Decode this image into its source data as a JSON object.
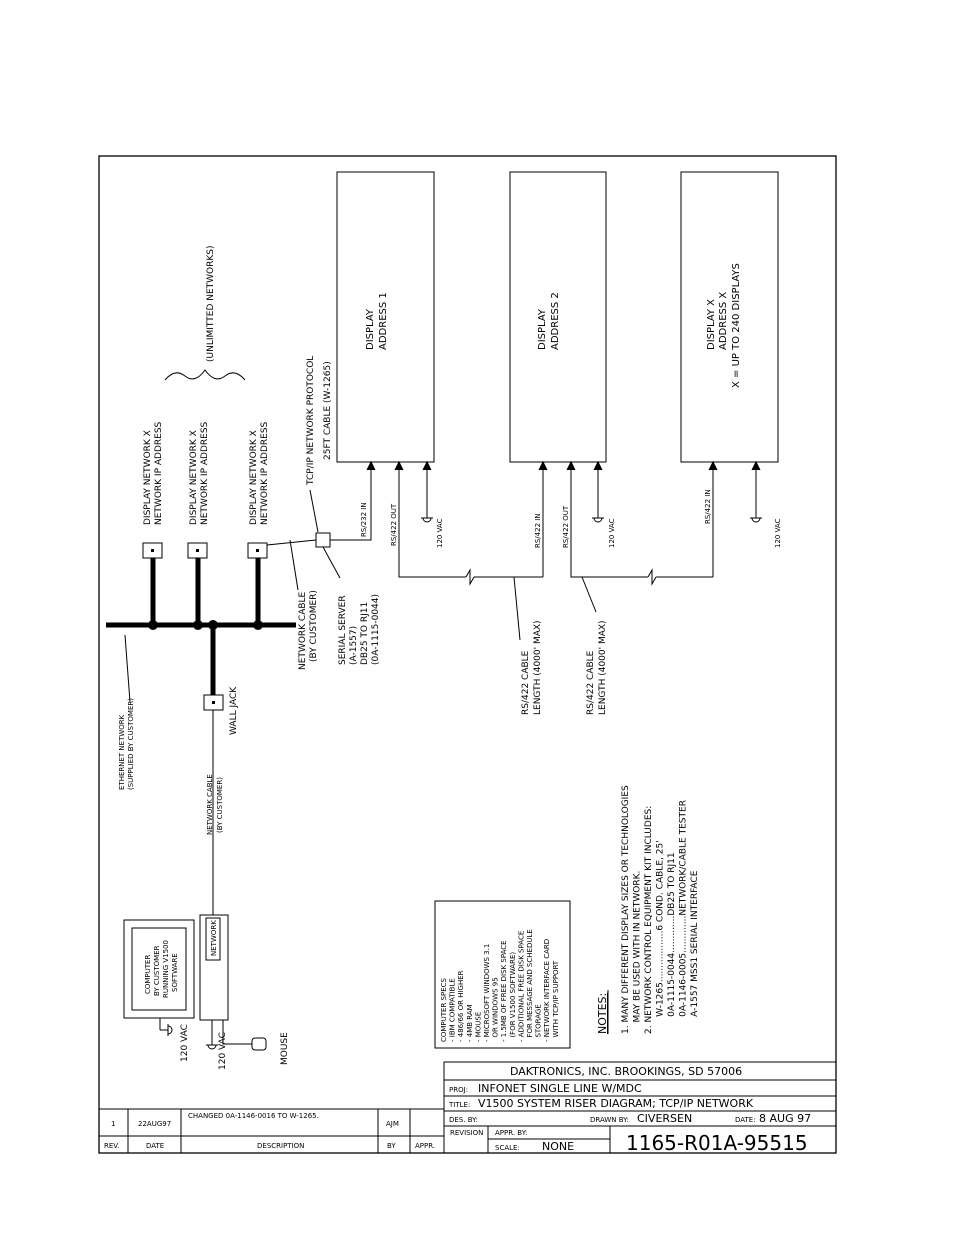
{
  "displays": [
    {
      "line1": "DISPLAY",
      "line2": "ADDRESS 1",
      "line3": ""
    },
    {
      "line1": "DISPLAY",
      "line2": "ADDRESS 2",
      "line3": ""
    },
    {
      "line1": "DISPLAY X",
      "line2": "ADDRESS X",
      "line3": "X = UP TO 240 DISPLAYS"
    }
  ],
  "network_labels": [
    {
      "line1": "DISPLAY NETWORK X",
      "line2": "NETWORK IP ADDRESS"
    },
    {
      "line1": "DISPLAY NETWORK X",
      "line2": "NETWORK IP ADDRESS"
    },
    {
      "line1": "DISPLAY NETWORK X",
      "line2": "NETWORK IP ADDRESS"
    }
  ],
  "unlimited_networks": "(UNLIMITTED NETWORKS)",
  "protocol": {
    "line1": "TCP/IP NETWORK PROTOCOL",
    "line2": "25FT CABLE (W-1265)"
  },
  "ports": {
    "rs232_in": "RS/232 IN",
    "rs422_out": "RS/422 OUT",
    "rs422_in": "RS/422 IN",
    "vac": "120 VAC"
  },
  "network_cable": {
    "line1": "NETWORK CABLE",
    "line2": "(BY CUSTOMER)"
  },
  "serial_server": {
    "line1": "SERIAL SERVER",
    "line2": "(A-1557)",
    "line3": "DB25 TO RJ11",
    "line4": "(0A-1115-0044)"
  },
  "rs422_cable": {
    "line1": "RS/422 CABLE",
    "line2": "LENGTH (4000' MAX)"
  },
  "wall_jack": "WALL JACK",
  "ethernet": {
    "line1": "ETHERNET NETWORK",
    "line2": "(SUPPLIED BY CUSTOMER)"
  },
  "network_cable_small": {
    "line1": "NETWORK CABLE",
    "line2": "(BY CUSTOMER)"
  },
  "computer": {
    "line1": "COMPUTER",
    "line2": "BY CUSTOMER",
    "line3": "RUNNING V1500",
    "line4": "SOFTWARE"
  },
  "network_card": "NETWORK",
  "mouse": "MOUSE",
  "specs": [
    "COMPUTER SPECS",
    "- IBM COMPATIBLE",
    "- 486/66 OR HIGHER",
    "- 4MB RAM",
    "- MOUSE",
    "- MICROSOFT WINDOWS 3.1",
    "  OR WINDOWS 95",
    "- 1.5MB OF FREE DISK SPACE",
    "  (FOR V1500 SOFTWARE)",
    "- ADDITIONAL FREE DISK SPACE",
    "  FOR MESSAGE AND SCHEDULE",
    "  STORAGE",
    "- NETWORK INTERFACE CARD",
    "  WITH TCP/IP SUPPORT"
  ],
  "notes_title": "NOTES:",
  "notes": [
    "1. MANY DIFFERENT DISPLAY SIZES OR TECHNOLOGIES",
    "    MAY BE USED WITH IN NETWORK.",
    "2. NETWORK CONTROL EQUIPMENT KIT INCLUDES:",
    "      W-1265..................6 COND. CABLE, 25'",
    "      0A-1115-0044.............DB25 TO RJ11",
    "      0A-1146-0005.............NETWORK/CABLE TESTER",
    "      A-1557 MSS1 SERIAL INTERFACE"
  ],
  "title_block": {
    "company": "DAKTRONICS, INC.    BROOKINGS, SD 57006",
    "proj_label": "PROJ:",
    "proj": "INFONET SINGLE LINE W/MDC",
    "title_label": "TITLE:",
    "title": "V1500 SYSTEM RISER DIAGRAM; TCP/IP NETWORK",
    "des_by": "DES. BY:",
    "drawn_by_label": "DRAWN BY:",
    "drawn_by": "CIVERSEN",
    "date_label": "DATE:",
    "date": "8 AUG 97",
    "revision": "REVISION",
    "appr_by": "APPR. BY:",
    "scale_label": "SCALE:",
    "scale": "NONE",
    "drawing_number": "1165-R01A-95515"
  },
  "revisions": {
    "row": {
      "rev": "1",
      "date": "22AUG97",
      "description": "CHANGED 0A-1146-0016 TO W-1265.",
      "by": "AJM",
      "appr": ""
    },
    "headers": {
      "rev": "REV.",
      "date": "DATE",
      "description": "DESCRIPTION",
      "by": "BY",
      "appr": "APPR."
    }
  }
}
